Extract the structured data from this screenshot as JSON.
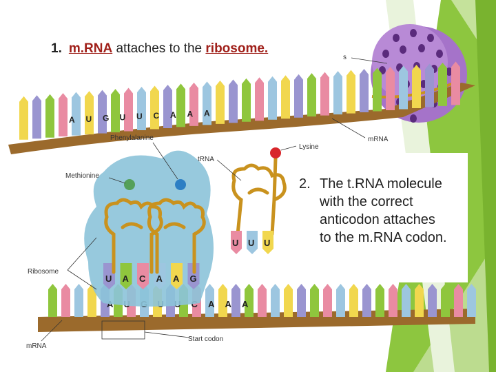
{
  "step1": {
    "number": "1.",
    "term1": "m.RNA",
    "middle": " attaches to the ",
    "term2": "ribosome."
  },
  "step2": {
    "number": "2.",
    "lines": [
      "The t.RNA molecule",
      "with the correct",
      "anticodon attaches",
      "to the m.RNA codon."
    ]
  },
  "labels": {
    "partial_s": "s",
    "mrna_top": "mRNA",
    "lysine": "Lysine",
    "phenylalanine": "Phenylalanine",
    "trna": "tRNA",
    "methionine": "Methionine",
    "ribosome": "Ribosome",
    "mrna_bottom": "mRNA",
    "start_codon": "Start codon"
  },
  "top_strand_bases": [
    "A",
    "U",
    "G",
    "U",
    "U",
    "C",
    "A",
    "A",
    "A"
  ],
  "free_trna_anticodon": [
    "U",
    "U",
    "U"
  ],
  "bound_anticodons": [
    "U",
    "A",
    "C",
    "A",
    "A",
    "G"
  ],
  "bottom_strand_bases": [
    "A",
    "U",
    "G",
    "U",
    "U",
    "C",
    "A",
    "A",
    "A"
  ],
  "colors": {
    "title_accent": "#a0201a",
    "green_stripes": "#8dc63f",
    "ribosome_purple": "#a573c9",
    "ribosome_blue": "#8cc3d9",
    "trna_orange": "#c9921e",
    "strand_backbone": "#9b6a2c",
    "nucleotide_yellow": "#f1d74e",
    "nucleotide_purple": "#9a95d0",
    "nucleotide_green": "#8fc63d",
    "nucleotide_pink": "#e98ba2",
    "nucleotide_blue": "#9dc6e0"
  }
}
